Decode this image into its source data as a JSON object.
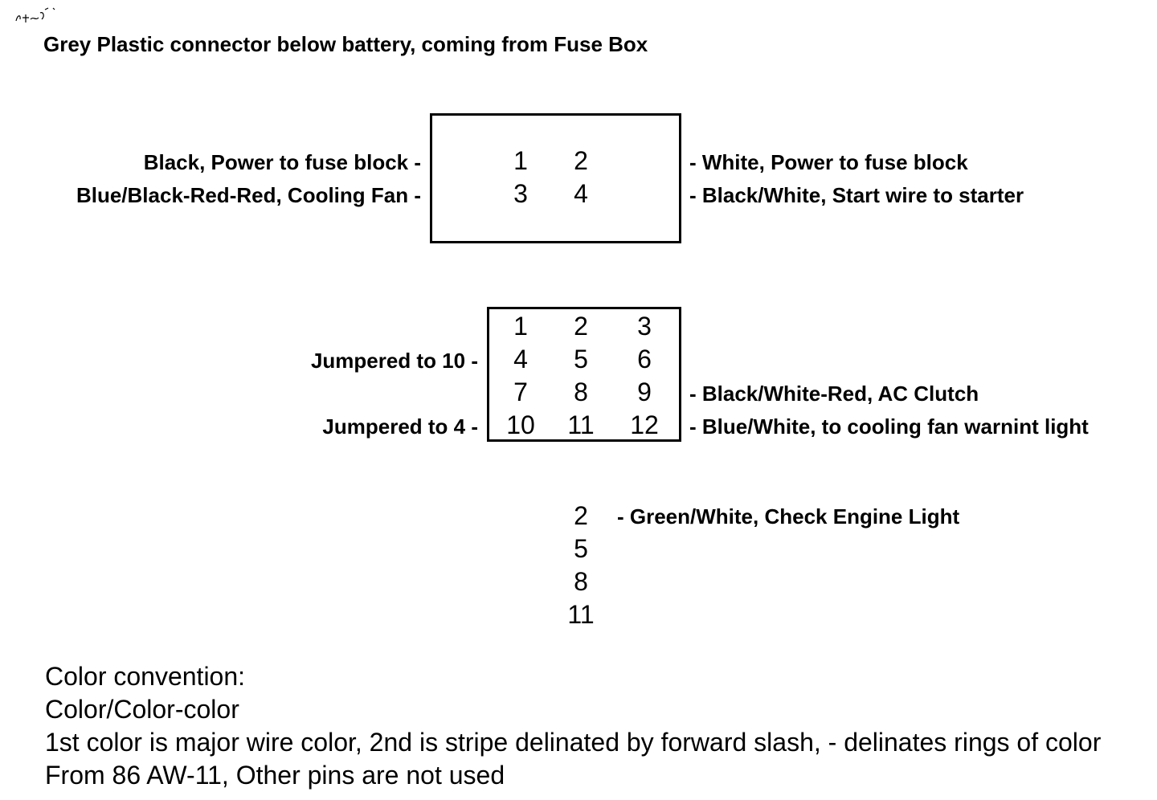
{
  "title": "Grey Plastic connector below battery, coming from Fuse Box",
  "connector_a": {
    "pins": [
      "1",
      "2",
      "3",
      "4"
    ],
    "left_labels": [
      "Black, Power to fuse block -",
      "Blue/Black-Red-Red, Cooling Fan -"
    ],
    "right_labels": [
      "- White, Power to fuse block",
      "- Black/White, Start wire to starter"
    ]
  },
  "connector_b": {
    "pins": [
      "1",
      "2",
      "3",
      "4",
      "5",
      "6",
      "7",
      "8",
      "9",
      "10",
      "11",
      "12"
    ],
    "left_labels": [
      "Jumpered to 10 -",
      "Jumpered to 4 -"
    ],
    "right_labels": [
      "- Black/White-Red, AC Clutch",
      "- Blue/White, to cooling fan warnint light"
    ]
  },
  "connector_c": {
    "pins": [
      "2",
      "5",
      "8",
      "11"
    ],
    "right_label": "- Green/White, Check Engine Light"
  },
  "notes": {
    "line1": "Color convention:",
    "line2": "Color/Color-color",
    "line3": "1st color is major wire color, 2nd is stripe delinated by forward slash, - delinates rings of color",
    "line4": "From 86 AW-11, Other pins are not used"
  }
}
